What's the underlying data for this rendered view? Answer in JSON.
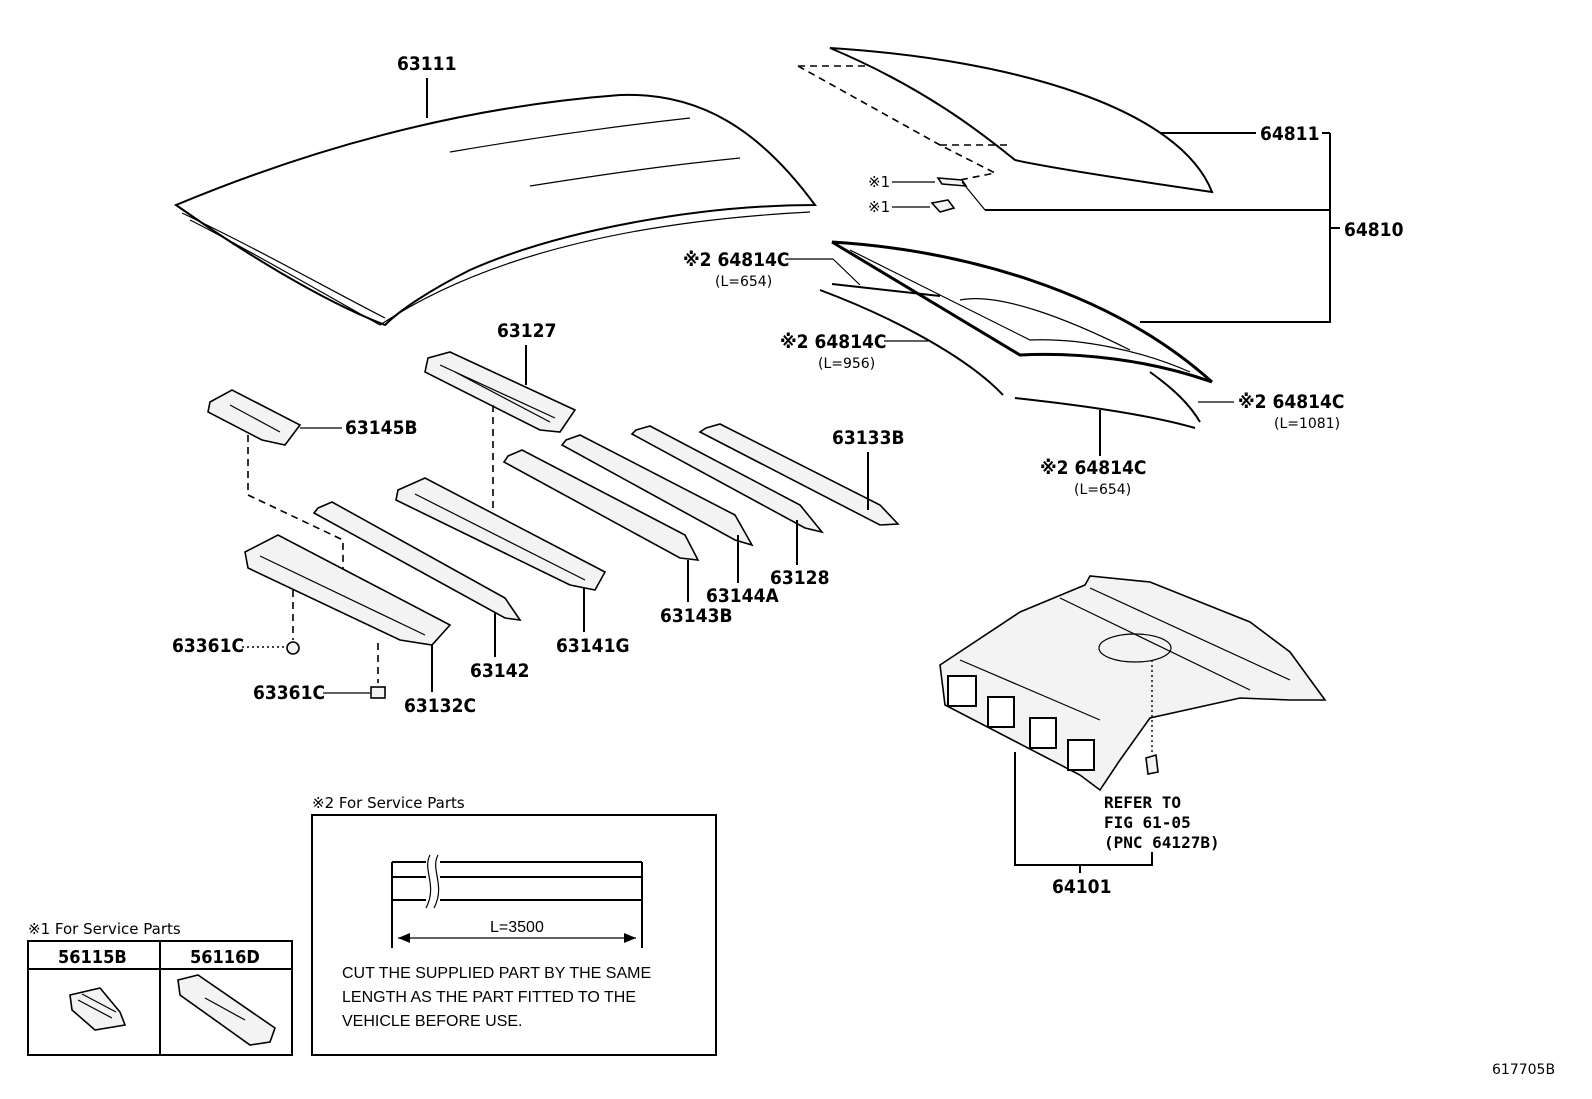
{
  "labels": {
    "p63111": "63111",
    "p64811": "64811",
    "p64810": "64810",
    "mark1a": "※1",
    "mark1b": "※1",
    "p64814c_1": "※2 64814C",
    "l654_1": "(L=654)",
    "p64814c_2": "※2 64814C",
    "l956": "(L=956)",
    "p64814c_3": "※2 64814C",
    "l1081": "(L=1081)",
    "p64814c_4": "※2 64814C",
    "l654_2": "(L=654)",
    "p63127": "63127",
    "p63145b": "63145B",
    "p63133b": "63133B",
    "p63128": "63128",
    "p63144a": "63144A",
    "p63143b": "63143B",
    "p63141g": "63141G",
    "p63142": "63142",
    "p63132c": "63132C",
    "p63361c_1": "63361C",
    "p63361c_2": "63361C",
    "p64101": "64101",
    "refer_1": "REFER TO",
    "refer_2": "FIG 61-05",
    "refer_3": "(PNC 64127B)"
  },
  "service1": {
    "title": "※1 For Service Parts",
    "col1": "56115B",
    "col2": "56116D"
  },
  "service2": {
    "title": "※2 For Service Parts",
    "length": "L=3500",
    "note_1": "CUT THE SUPPLIED PART BY THE SAME",
    "note_2": "LENGTH AS THE PART FITTED TO THE",
    "note_3": "VEHICLE BEFORE USE."
  },
  "figure_id": "617705B"
}
